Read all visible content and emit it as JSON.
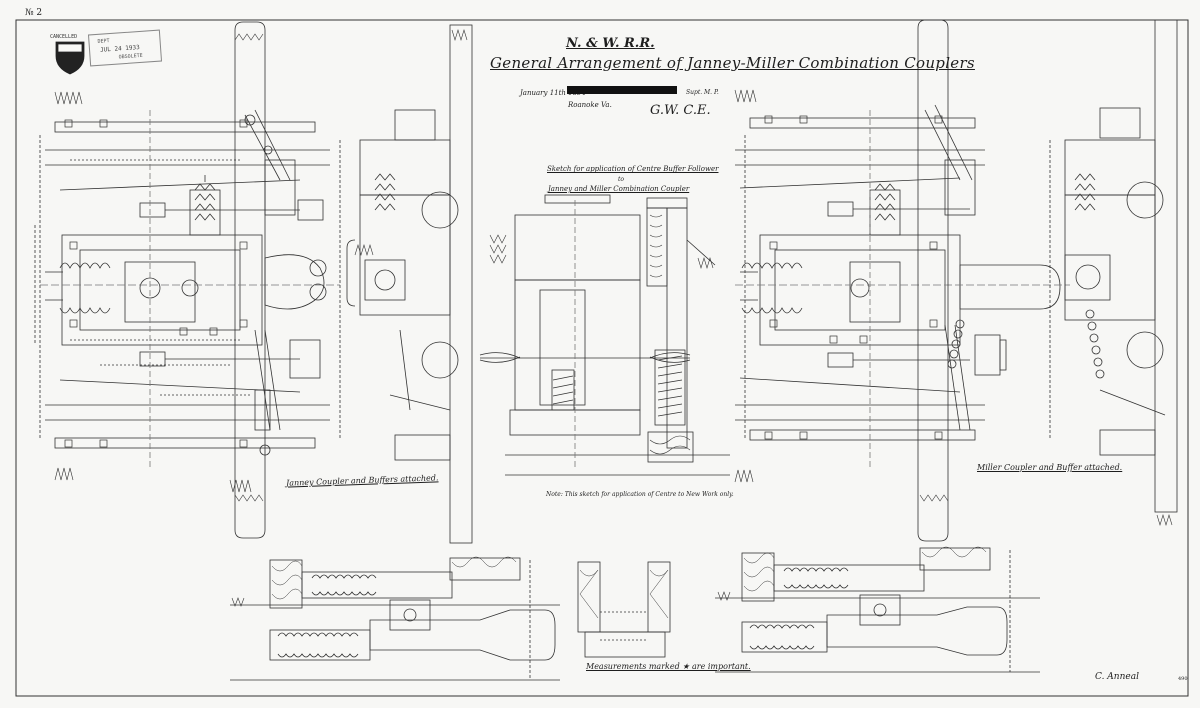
{
  "drawing": {
    "corner_mark": "№ 2",
    "railroad": "N. & W. R.R.",
    "title": "General Arrangement of Janney-Miller Combination Couplers",
    "date": "January 11th 1894",
    "place": "Roanoke Va.",
    "supt": "Supt. M. P.",
    "signature": "G.W. C.E."
  },
  "sketch": {
    "line1": "Sketch for application of Centre Buffer Follower",
    "line2": "to",
    "line3": "Janney and Miller Combination Coupler",
    "note": "Note: This sketch for application of Centre to New Work only."
  },
  "labels": {
    "janney": "Janney Coupler and Buffers attached.",
    "miller": "Miller Coupler and Buffer attached.",
    "measurements": "Measurements marked ★ are important."
  },
  "stamp": {
    "cancelled": "CANCELLED",
    "date": "JUL 24 1933",
    "obsolete": "OBSOLETE",
    "dept": "DEPT"
  },
  "footer": {
    "signature": "C. Anneal",
    "number": "490"
  },
  "colors": {
    "ink": "#2a2a2a",
    "paper": "#f7f7f5",
    "redaction": "#111111"
  }
}
